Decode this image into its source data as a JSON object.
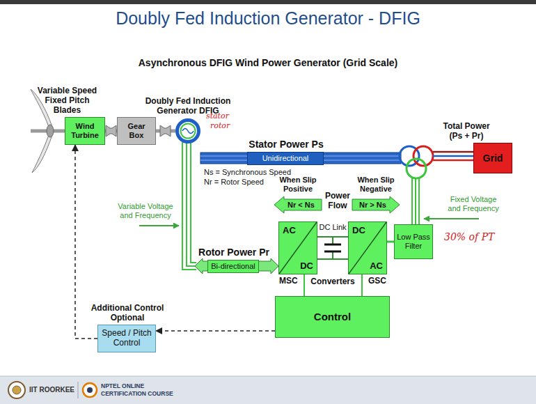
{
  "diagram": {
    "title": "Doubly Fed Induction Generator - DFIG",
    "nodes": [
      {
        "text": [
          "Variable Speed Fixed Pitch Blades",
          "Wind Turbine"
        ]
      },
      {
        "text": [
          "Gear Box"
        ]
      },
      {
        "text": [
          "Doubly Fed Induction Generator DFIG"
        ]
      },
      {
        "text": [
          "Stator Power Ps",
          "Unidirectional"
        ]
      },
      {
        "text": [
          "Grid"
        ]
      },
      {
        "text": [
          "When Slip Positive",
          "Nr < Ns"
        ]
      },
      {
        "text": [
          "When Slip Negative",
          "Nr > Ns"
        ]
      },
      {
        "text": [
          "Rotor Power Pr",
          "Bi-directional"
        ]
      },
      {
        "text": [
          "AC",
          "DC",
          "MSC"
        ]
      },
      {
        "text": [
          "DC",
          "AC",
          "GSC"
        ]
      },
      {
        "text": [
          "Low Pass Filter"
        ]
      },
      {
        "text": [
          "Additional Control Optional",
          "Speed / Pitch Control"
        ]
      },
      {
        "text": [
          "Control"
        ]
      }
    ],
    "edges": [
      {
        "from": 0,
        "to": 1,
        "arrow": "none"
      },
      {
        "from": 1,
        "to": 2,
        "arrow": "none"
      },
      {
        "from": 8,
        "to": 9,
        "arrow": "none"
      },
      {
        "from": 9,
        "to": 10,
        "arrow": "none"
      },
      {
        "from": 12,
        "to": 8,
        "arrow": "none"
      },
      {
        "from": 12,
        "to": 9,
        "arrow": "none"
      },
      {
        "from": 12,
        "to": 11,
        "arrow": "to"
      },
      {
        "from": 11,
        "to": 0,
        "arrow": "to"
      }
    ],
    "labels": [
      "Asynchronous DFIG Wind Power Generator (Grid Scale)",
      "Ns = Synchronous Speed",
      "Nr = Rotor Speed",
      "Total Power (Ps + Pr)",
      "Variable Voltage and Frequency",
      "Fixed Voltage and Frequency",
      "Power Flow",
      "DC Link",
      "Converters",
      "stator",
      "rotor",
      "30% of PT",
      "IIT ROORKEE",
      "NPTEL ONLINE",
      "CERTIFICATION COURSE"
    ]
  }
}
